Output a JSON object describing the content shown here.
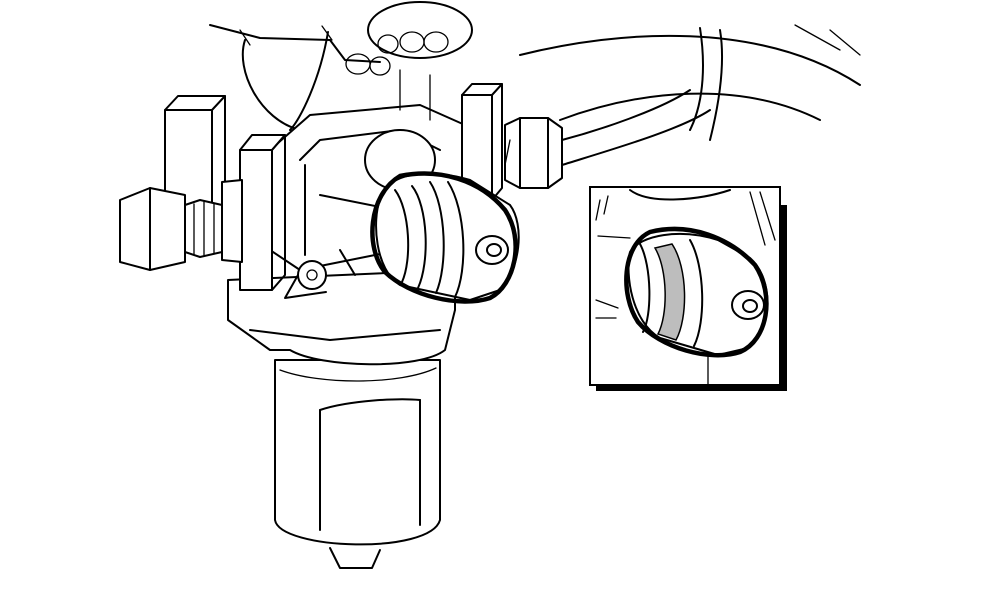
{
  "figure": {
    "background": "#ffffff",
    "line_color": "#000000",
    "icons": {
      "main_view": "fuel-filter-assembly-drawing",
      "detail_view": "filter-cap-detail-inset",
      "highlight": "highlight-ring"
    }
  }
}
